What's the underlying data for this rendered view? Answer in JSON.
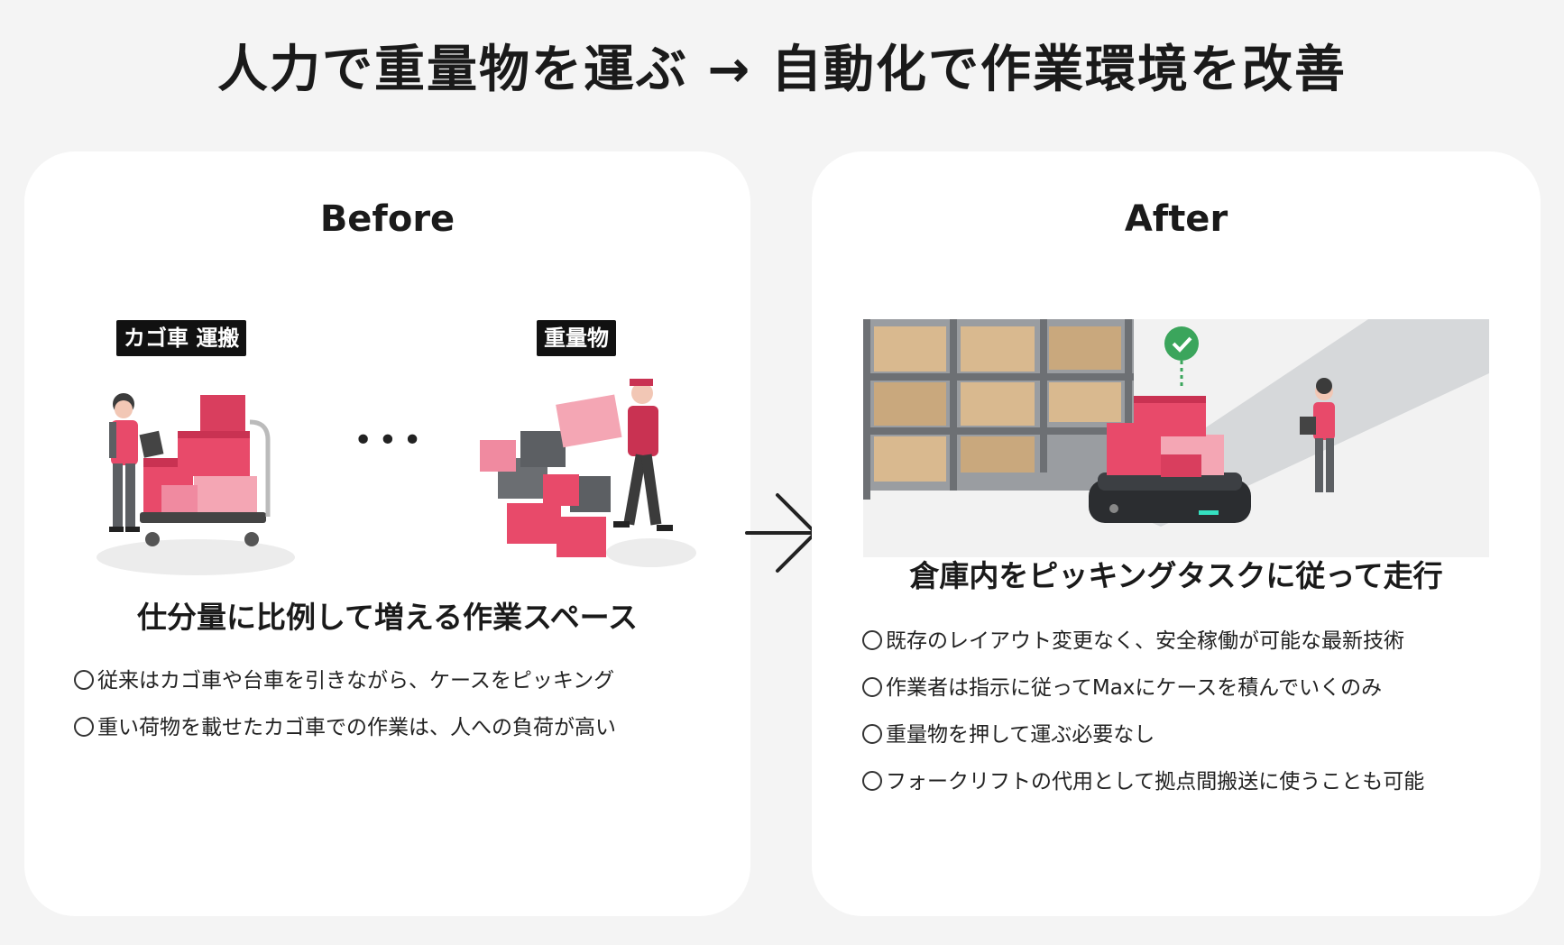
{
  "title": "人力で重量物を運ぶ → 自動化で作業環境を改善",
  "before": {
    "heading": "Before",
    "tag_left": "カゴ車 運搬",
    "tag_right": "重量物",
    "ellipsis": "•••",
    "subheading": "仕分量に比例して増える作業スペース",
    "bullets": [
      "従来はカゴ車や台車を引きながら、ケースをピッキング",
      "重い荷物を載せたカゴ車での作業は、人への負荷が高い"
    ]
  },
  "after": {
    "heading": "After",
    "subheading": "倉庫内をピッキングタスクに従って走行",
    "bullets": [
      "既存のレイアウト変更なく、安全稼働が可能な最新技術",
      "作業者は指示に従ってMaxにケースを積んでいくのみ",
      "重量物を押して運ぶ必要なし",
      "フォークリフトの代用として拠点間搬送に使うことも可能"
    ]
  },
  "colors": {
    "accent_pink": "#e84a6a",
    "light_pink": "#f4a6b4",
    "dark_gray": "#5c5f63",
    "box_tan": "#d9b98f",
    "background": "#f4f4f4",
    "card": "#ffffff"
  },
  "icons": [
    "arrow-right-icon",
    "check-circle-icon",
    "circle-bullet-icon"
  ]
}
